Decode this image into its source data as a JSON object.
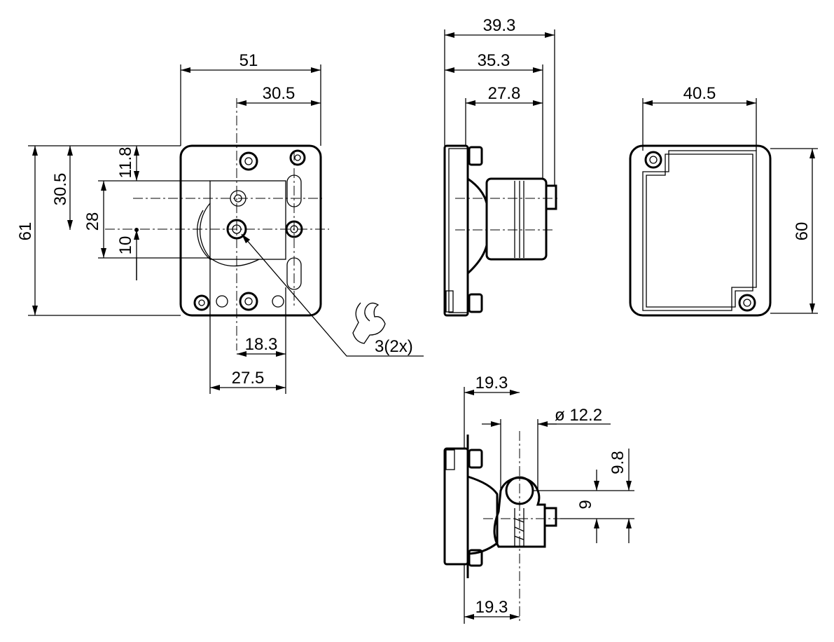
{
  "front_view": {
    "dim_width_total": "51",
    "dim_width_partial": "30.5",
    "dim_height_total": "61",
    "dim_height_partial": "30.5",
    "dim_28": "28",
    "dim_11_8": "11.8",
    "dim_10": "10",
    "dim_18_3": "18.3",
    "dim_27_5": "27.5",
    "wrench_note": "3(2x)"
  },
  "side_view": {
    "dim_39_3": "39.3",
    "dim_35_3": "35.3",
    "dim_27_8": "27.8"
  },
  "rear_view": {
    "dim_width": "40.5",
    "dim_height": "60"
  },
  "bottom_view": {
    "dim_top": "19.3",
    "dim_diameter": "ø 12.2",
    "dim_9_8": "9.8",
    "dim_9": "9",
    "dim_bottom": "19.3"
  }
}
